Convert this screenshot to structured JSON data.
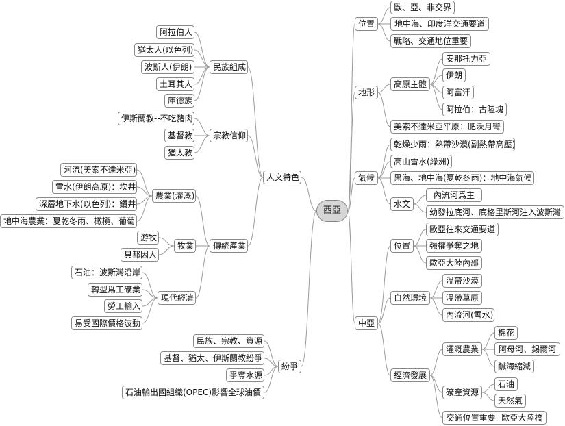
{
  "root": "西亞",
  "left": [
    {
      "label": "人文特色",
      "children": [
        {
          "label": "民族組成",
          "children": [
            {
              "label": "阿拉伯人"
            },
            {
              "label": "猶太人(以色列)"
            },
            {
              "label": "波斯人(伊朗)"
            },
            {
              "label": "土耳其人"
            },
            {
              "label": "庫德族"
            }
          ]
        },
        {
          "label": "宗教信仰",
          "children": [
            {
              "label": "伊斯蘭教--不吃豬肉"
            },
            {
              "label": "基督教"
            },
            {
              "label": "猶太教"
            }
          ]
        },
        {
          "label": "傳統產業",
          "children": [
            {
              "label": "農業(灌溉)",
              "children": [
                {
                  "label": "河流(美索不達米亞)"
                },
                {
                  "label": "雪水(伊朗高原)：坎井"
                },
                {
                  "label": "深層地下水(以色列)：鑽井"
                },
                {
                  "label": "地中海農業：夏乾冬雨、橄欖、葡萄"
                }
              ]
            },
            {
              "label": "牧業",
              "children": [
                {
                  "label": "游牧"
                },
                {
                  "label": "貝都因人"
                }
              ]
            },
            {
              "label": "現代經濟",
              "children": [
                {
                  "label": "石油：波斯灣沿岸"
                },
                {
                  "label": "轉型爲工礦業"
                },
                {
                  "label": "勞工輸入"
                },
                {
                  "label": "易受國際價格波動"
                }
              ]
            }
          ]
        }
      ]
    },
    {
      "label": "紛爭",
      "children": [
        {
          "label": "民族、宗教、資源"
        },
        {
          "label": "基督、猶太、伊斯蘭教紛爭"
        },
        {
          "label": "爭奪水源"
        },
        {
          "label": "石油輸出國組織(OPEC)影響全球油價"
        }
      ]
    }
  ],
  "right": [
    {
      "label": "位置",
      "children": [
        {
          "label": "歐、亞、非交界"
        },
        {
          "label": "地中海、印度洋交通要道"
        },
        {
          "label": "戰略、交通地位重要"
        }
      ]
    },
    {
      "label": "地形",
      "children": [
        {
          "label": "高原主體",
          "children": [
            {
              "label": "安那托力亞"
            },
            {
              "label": "伊朗"
            },
            {
              "label": "阿富汗"
            },
            {
              "label": "阿拉伯：古陸塊"
            }
          ]
        },
        {
          "label": "美索不達米亞平原：肥沃月彎"
        }
      ]
    },
    {
      "label": "氣候",
      "children": [
        {
          "label": "乾燥少雨：熱帶沙漠(副熱帶高壓)"
        },
        {
          "label": "高山雪水(綠洲)"
        },
        {
          "label": "黑海、地中海(夏乾冬雨)：地中海氣候"
        },
        {
          "label": "水文",
          "children": [
            {
              "label": "內流河爲主"
            },
            {
              "label": "幼發拉底河、底格里斯河注入波斯灣"
            }
          ]
        }
      ]
    },
    {
      "label": "中亞",
      "children": [
        {
          "label": "位置",
          "children": [
            {
              "label": "歐亞往來交通要道"
            },
            {
              "label": "強權爭奪之地"
            },
            {
              "label": "歐亞大陸內部"
            }
          ]
        },
        {
          "label": "自然環境",
          "children": [
            {
              "label": "溫帶沙漠"
            },
            {
              "label": "溫帶草原"
            },
            {
              "label": "內流河(雪水)"
            }
          ]
        },
        {
          "label": "經濟發展",
          "children": [
            {
              "label": "灌溉農業",
              "children": [
                {
                  "label": "棉花"
                },
                {
                  "label": "阿母河、錫爾河"
                },
                {
                  "label": "鹹海縮減"
                }
              ]
            },
            {
              "label": "礦產資源",
              "children": [
                {
                  "label": "石油"
                },
                {
                  "label": "天然氣"
                }
              ]
            },
            {
              "label": "交通位置重要--歐亞大陸橋"
            }
          ]
        }
      ]
    }
  ]
}
